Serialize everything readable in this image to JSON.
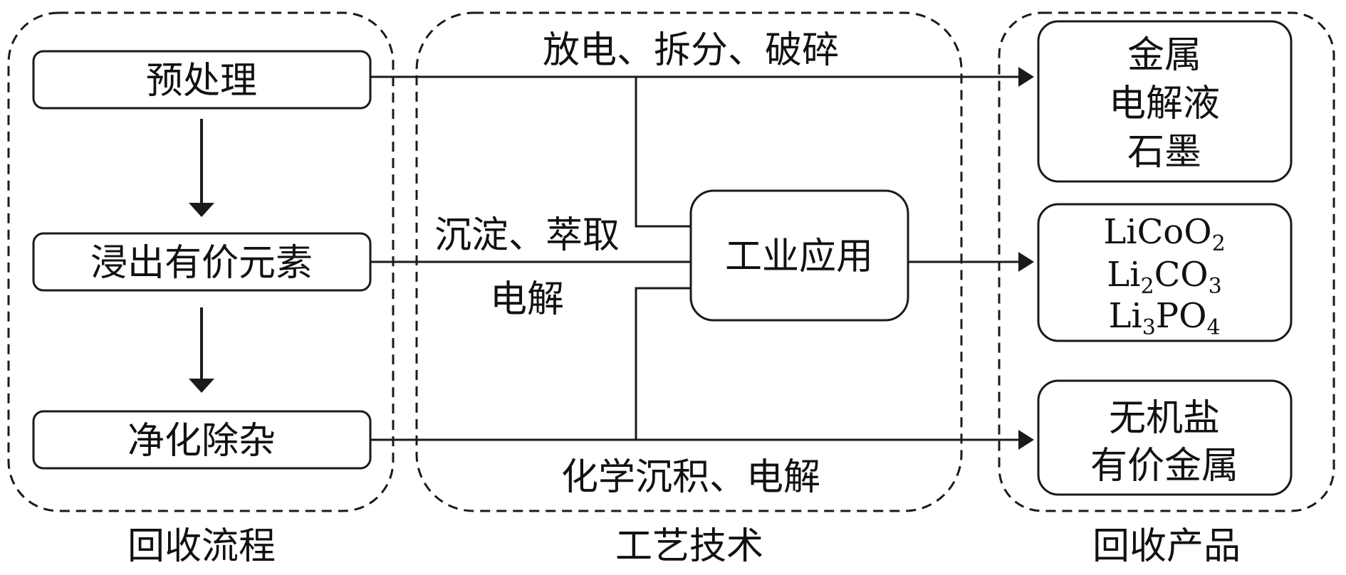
{
  "groups": {
    "process": "回收流程",
    "technology": "工艺技术",
    "products": "回收产品"
  },
  "steps": {
    "pretreatment": "预处理",
    "leaching": "浸出有价元素",
    "purification": "净化除杂"
  },
  "techniques": {
    "top": "放电、拆分、破碎",
    "middle_line1": "沉淀、萃取",
    "middle_line2": "电解",
    "bottom": "化学沉积、电解"
  },
  "center_box": "工业应用",
  "products": {
    "box1": [
      "金属",
      "电解液",
      "石墨"
    ],
    "box2": [
      {
        "base": "LiCo",
        "sub1": "",
        "base2": "O",
        "sub2": "2"
      },
      {
        "base": "Li",
        "sub1": "2",
        "base2": "CO",
        "sub2": "3"
      },
      {
        "base": "Li",
        "sub1": "3",
        "base2": "PO",
        "sub2": "4"
      }
    ],
    "box3": [
      "无机盐",
      "有价金属"
    ]
  },
  "colors": {
    "stroke": "#1a1a1a",
    "text": "#111111"
  }
}
